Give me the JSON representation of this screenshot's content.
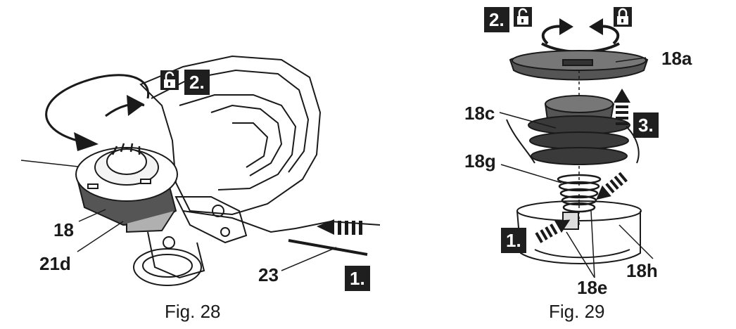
{
  "figures": [
    {
      "caption": "Fig. 28",
      "parts": [
        "18",
        "21d",
        "23"
      ],
      "steps": [
        "1.",
        "2."
      ],
      "icons": [
        "unlock-icon",
        "rotate-arrow-icon",
        "push-arrow-icon"
      ]
    },
    {
      "caption": "Fig. 29",
      "parts": [
        "18a",
        "18c",
        "18g",
        "18e",
        "18h"
      ],
      "steps": [
        "1.",
        "2.",
        "3."
      ],
      "icons": [
        "unlock-icon",
        "lock-icon",
        "rotate-left-arrow-icon",
        "rotate-right-arrow-icon",
        "push-arrow-icon"
      ]
    }
  ],
  "colors": {
    "ink": "#1a1a1a",
    "badge": "#1f1f1f",
    "cover": "#555555",
    "spool": "#3a3a3a"
  }
}
